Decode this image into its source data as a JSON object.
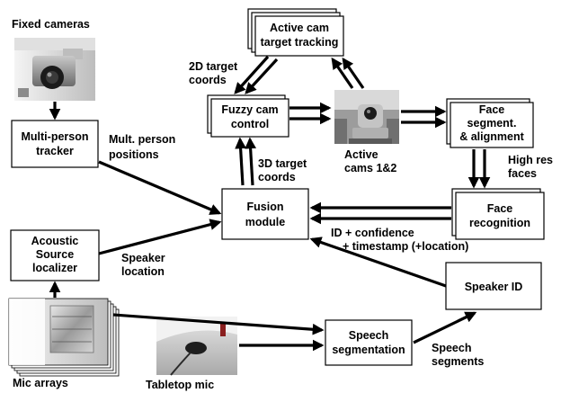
{
  "boxes": {
    "active_cam": [
      "Active cam",
      "target tracking"
    ],
    "fuzzy_cam": [
      "Fuzzy cam",
      "control"
    ],
    "multi_person": [
      "Multi-person",
      "tracker"
    ],
    "fusion": [
      "Fusion",
      "module"
    ],
    "face_segment": [
      "Face",
      "segment.",
      "& alignment"
    ],
    "face_recognition": [
      "Face",
      "recognition"
    ],
    "acoustic": [
      "Acoustic",
      "Source",
      "localizer"
    ],
    "speaker_id": [
      "Speaker ID"
    ],
    "speech_seg": [
      "Speech",
      "segmentation"
    ]
  },
  "labels": {
    "fixed_cameras": "Fixed cameras",
    "two_d_target": [
      "2D target",
      "coords"
    ],
    "three_d_target": [
      "3D target",
      "coords"
    ],
    "mult_person": [
      "Mult. person",
      "positions"
    ],
    "active_cams": [
      "Active",
      "cams 1&2"
    ],
    "high_res": [
      "High res",
      "faces"
    ],
    "id_confidence": [
      "ID + confidence",
      "+ timestamp (+location)"
    ],
    "speaker_location": [
      "Speaker",
      "location"
    ],
    "speech_segments": [
      "Speech",
      "segments"
    ],
    "mic_arrays": "Mic arrays",
    "tabletop_mic": "Tabletop mic"
  },
  "colors": {
    "ink": "#000000",
    "paper": "#ffffff"
  }
}
